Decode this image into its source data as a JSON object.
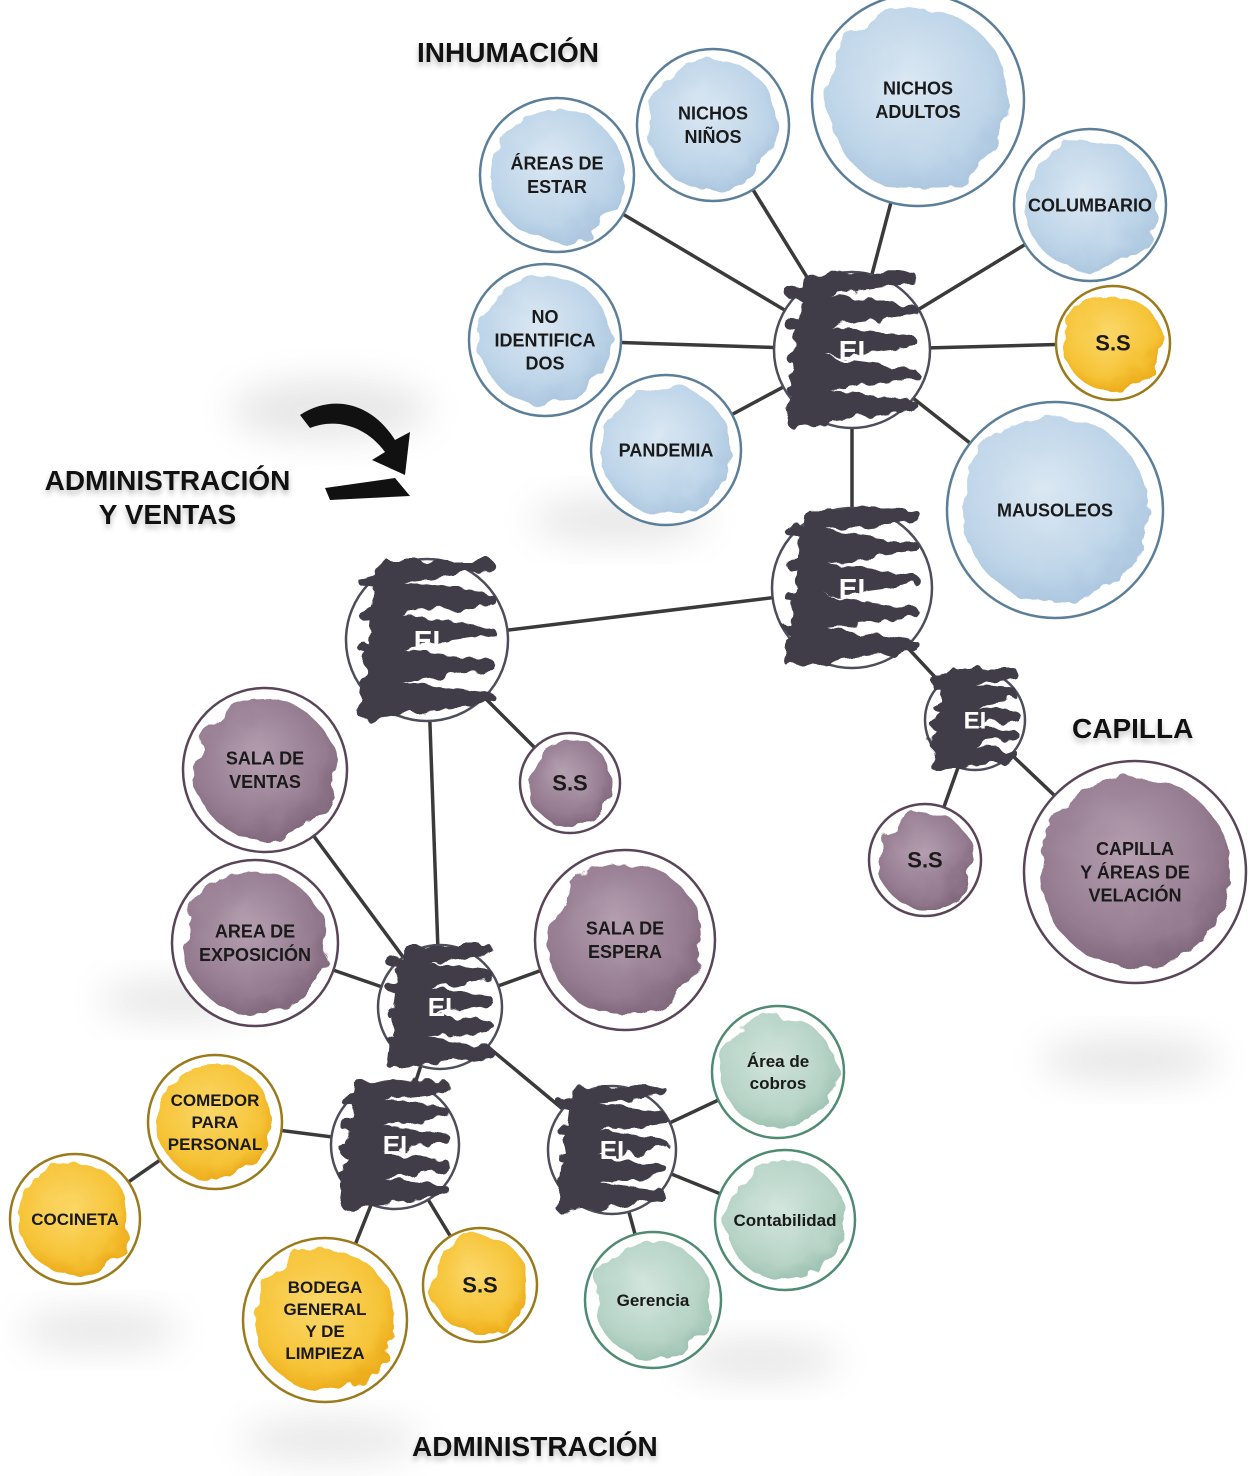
{
  "titles": {
    "inhumacion": "INHUMACIÓN",
    "admin_ventas": "ADMINISTRACIÓN\nY VENTAS",
    "capilla": "CAPILLA",
    "administracion": "ADMINISTRACIÓN"
  },
  "colors": {
    "blue": "#c9dcec",
    "blue_dark": "#a9c6df",
    "purple": "#9d8498",
    "purple_dark": "#7e667a",
    "yellow": "#f7c842",
    "yellow_dark": "#e8a615",
    "green": "#bcd7cc",
    "green_dark": "#9dc2b2",
    "ei": "#3f3d4a",
    "ring": "#ffffff",
    "edge": "#333333"
  },
  "nodes": {
    "ei_inh": "EI",
    "areas_estar": "ÁREAS DE\nESTAR",
    "nichos_ninos": "NICHOS\nNIÑOS",
    "nichos_adultos": "NICHOS\nADULTOS",
    "columbario": "COLUMBARIO",
    "ss_inh": "S.S",
    "no_ident": "NO\nIDENTIFICA\nDOS",
    "pandemia": "PANDEMIA",
    "mausoleos": "MAUSOLEOS",
    "ei_center": "EI",
    "ei_av": "EI",
    "ss_av": "S.S",
    "ei_cap": "EI",
    "ss_cap": "S.S",
    "capilla": "CAPILLA\nY ÁREAS DE\nVELACIÓN",
    "sala_ventas": "SALA  DE\nVENTAS",
    "area_expo": "AREA DE\nEXPOSICIÓN",
    "sala_espera": "SALA DE\nESPERA",
    "ei_adm": "EI",
    "ei_serv": "EI",
    "comedor": "COMEDOR\nPARA\nPERSONAL",
    "cocineta": "COCINETA",
    "bodega": "BODEGA\nGENERAL\nY DE\nLIMPIEZA",
    "ss_serv": "S.S",
    "ei_ger": "EI",
    "area_cobros": "Área de\ncobros",
    "contabilidad": "Contabilidad",
    "gerencia": "Gerencia"
  }
}
